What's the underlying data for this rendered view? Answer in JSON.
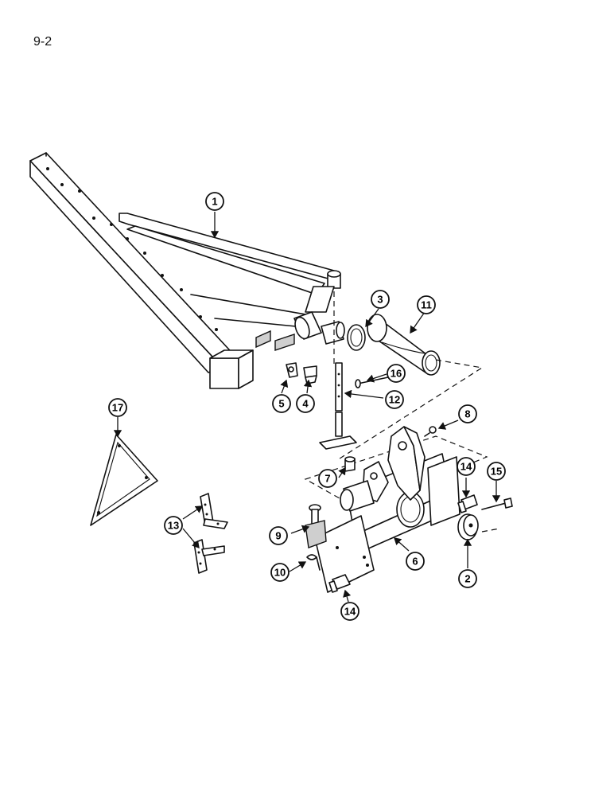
{
  "page": {
    "number": "9-2"
  },
  "diagram": {
    "callouts": [
      {
        "id": "c1",
        "label": "1"
      },
      {
        "id": "c2",
        "label": "2"
      },
      {
        "id": "c3",
        "label": "3"
      },
      {
        "id": "c4",
        "label": "4"
      },
      {
        "id": "c5",
        "label": "5"
      },
      {
        "id": "c6",
        "label": "6"
      },
      {
        "id": "c7",
        "label": "7"
      },
      {
        "id": "c8",
        "label": "8"
      },
      {
        "id": "c9",
        "label": "9"
      },
      {
        "id": "c10",
        "label": "10"
      },
      {
        "id": "c11",
        "label": "11"
      },
      {
        "id": "c12",
        "label": "12"
      },
      {
        "id": "c13",
        "label": "13"
      },
      {
        "id": "c14a",
        "label": "14"
      },
      {
        "id": "c14b",
        "label": "14"
      },
      {
        "id": "c15",
        "label": "15"
      },
      {
        "id": "c16",
        "label": "16"
      },
      {
        "id": "c17",
        "label": "17"
      }
    ]
  }
}
